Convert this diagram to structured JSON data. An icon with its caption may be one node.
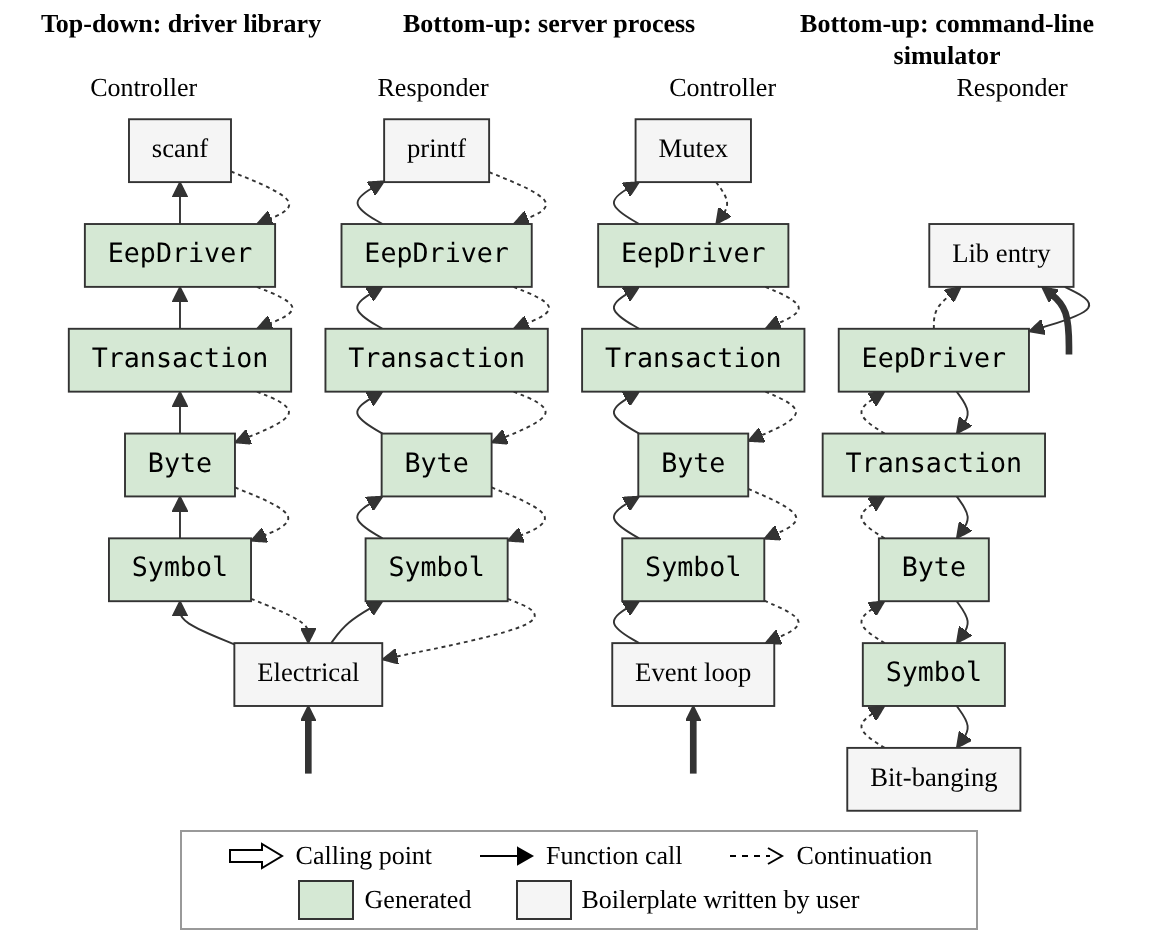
{
  "diagram": {
    "nodes": [
      {
        "text": [
          "Lib entry"
        ]
      },
      {
        "text": [
          "EepDriver"
        ]
      },
      {
        "text": [
          "Transaction"
        ]
      },
      {
        "text": [
          "Byte"
        ]
      },
      {
        "text": [
          "Symbol"
        ]
      },
      {
        "text": [
          "Bit-banging"
        ]
      },
      {
        "text": [
          "Mutex"
        ]
      },
      {
        "text": [
          "EepDriver"
        ]
      },
      {
        "text": [
          "Transaction"
        ]
      },
      {
        "text": [
          "Byte"
        ]
      },
      {
        "text": [
          "Symbol"
        ]
      },
      {
        "text": [
          "Event loop"
        ]
      },
      {
        "text": [
          "scanf"
        ]
      },
      {
        "text": [
          "printf"
        ]
      },
      {
        "text": [
          "EepDriver"
        ]
      },
      {
        "text": [
          "EepDriver"
        ]
      },
      {
        "text": [
          "Transaction"
        ]
      },
      {
        "text": [
          "Transaction"
        ]
      },
      {
        "text": [
          "Byte"
        ]
      },
      {
        "text": [
          "Byte"
        ]
      },
      {
        "text": [
          "Symbol"
        ]
      },
      {
        "text": [
          "Symbol"
        ]
      },
      {
        "text": [
          "Electrical"
        ]
      }
    ],
    "edges": [
      {
        "from": 0,
        "to": 1,
        "arrow": "to"
      },
      {
        "from": 1,
        "to": 2,
        "arrow": "to"
      },
      {
        "from": 2,
        "to": 3,
        "arrow": "to"
      },
      {
        "from": 3,
        "to": 4,
        "arrow": "to"
      },
      {
        "from": 4,
        "to": 5,
        "arrow": "to"
      },
      {
        "from": 1,
        "to": 0,
        "arrow": "to",
        "style": "dashed"
      },
      {
        "from": 2,
        "to": 1,
        "arrow": "to",
        "style": "dashed"
      },
      {
        "from": 3,
        "to": 2,
        "arrow": "to",
        "style": "dashed"
      },
      {
        "from": 4,
        "to": 3,
        "arrow": "to",
        "style": "dashed"
      },
      {
        "from": 5,
        "to": 4,
        "arrow": "to",
        "style": "dashed"
      },
      {
        "from": null,
        "to": 0,
        "arrow": "to",
        "style": "thick"
      },
      {
        "from": 11,
        "to": 10,
        "arrow": "to"
      },
      {
        "from": 10,
        "to": 9,
        "arrow": "to"
      },
      {
        "from": 9,
        "to": 8,
        "arrow": "to"
      },
      {
        "from": 8,
        "to": 7,
        "arrow": "to"
      },
      {
        "from": 7,
        "to": 6,
        "arrow": "to"
      },
      {
        "from": 6,
        "to": 7,
        "arrow": "to",
        "style": "dashed"
      },
      {
        "from": 7,
        "to": 8,
        "arrow": "to",
        "style": "dashed"
      },
      {
        "from": 8,
        "to": 9,
        "arrow": "to",
        "style": "dashed"
      },
      {
        "from": 9,
        "to": 10,
        "arrow": "to",
        "style": "dashed"
      },
      {
        "from": 10,
        "to": 11,
        "arrow": "to",
        "style": "dashed"
      },
      {
        "from": null,
        "to": 11,
        "arrow": "to",
        "style": "thick"
      },
      {
        "from": 22,
        "to": 20,
        "arrow": "to"
      },
      {
        "from": 20,
        "to": 18,
        "arrow": "to"
      },
      {
        "from": 18,
        "to": 16,
        "arrow": "to"
      },
      {
        "from": 16,
        "to": 14,
        "arrow": "to"
      },
      {
        "from": 14,
        "to": 12,
        "arrow": "to"
      },
      {
        "from": 22,
        "to": 21,
        "arrow": "to"
      },
      {
        "from": 21,
        "to": 19,
        "arrow": "to"
      },
      {
        "from": 19,
        "to": 17,
        "arrow": "to"
      },
      {
        "from": 17,
        "to": 15,
        "arrow": "to"
      },
      {
        "from": 15,
        "to": 13,
        "arrow": "to"
      },
      {
        "from": 12,
        "to": 14,
        "arrow": "to",
        "style": "dashed"
      },
      {
        "from": 14,
        "to": 16,
        "arrow": "to",
        "style": "dashed"
      },
      {
        "from": 16,
        "to": 18,
        "arrow": "to",
        "style": "dashed"
      },
      {
        "from": 18,
        "to": 20,
        "arrow": "to",
        "style": "dashed"
      },
      {
        "from": 20,
        "to": 22,
        "arrow": "to",
        "style": "dashed"
      },
      {
        "from": 13,
        "to": 15,
        "arrow": "to",
        "style": "dashed"
      },
      {
        "from": 15,
        "to": 17,
        "arrow": "to",
        "style": "dashed"
      },
      {
        "from": 17,
        "to": 19,
        "arrow": "to",
        "style": "dashed"
      },
      {
        "from": 19,
        "to": 21,
        "arrow": "to",
        "style": "dashed"
      },
      {
        "from": 21,
        "to": 22,
        "arrow": "to",
        "style": "dashed"
      },
      {
        "from": null,
        "to": 22,
        "arrow": "to",
        "style": "thick"
      }
    ],
    "labels": [
      "Top-down: driver library",
      "Bottom-up: server process",
      "Bottom-up: command-line simulator",
      "Controller",
      "Responder",
      "Controller",
      "Responder"
    ],
    "legend": [
      {
        "text": "Calling point"
      },
      {
        "text": "Function call"
      },
      {
        "text": "Continuation"
      },
      {
        "text": "Generated",
        "color": "#d5e8d4"
      },
      {
        "text": "Boilerplate written by user",
        "color": "#f5f5f5"
      }
    ]
  }
}
